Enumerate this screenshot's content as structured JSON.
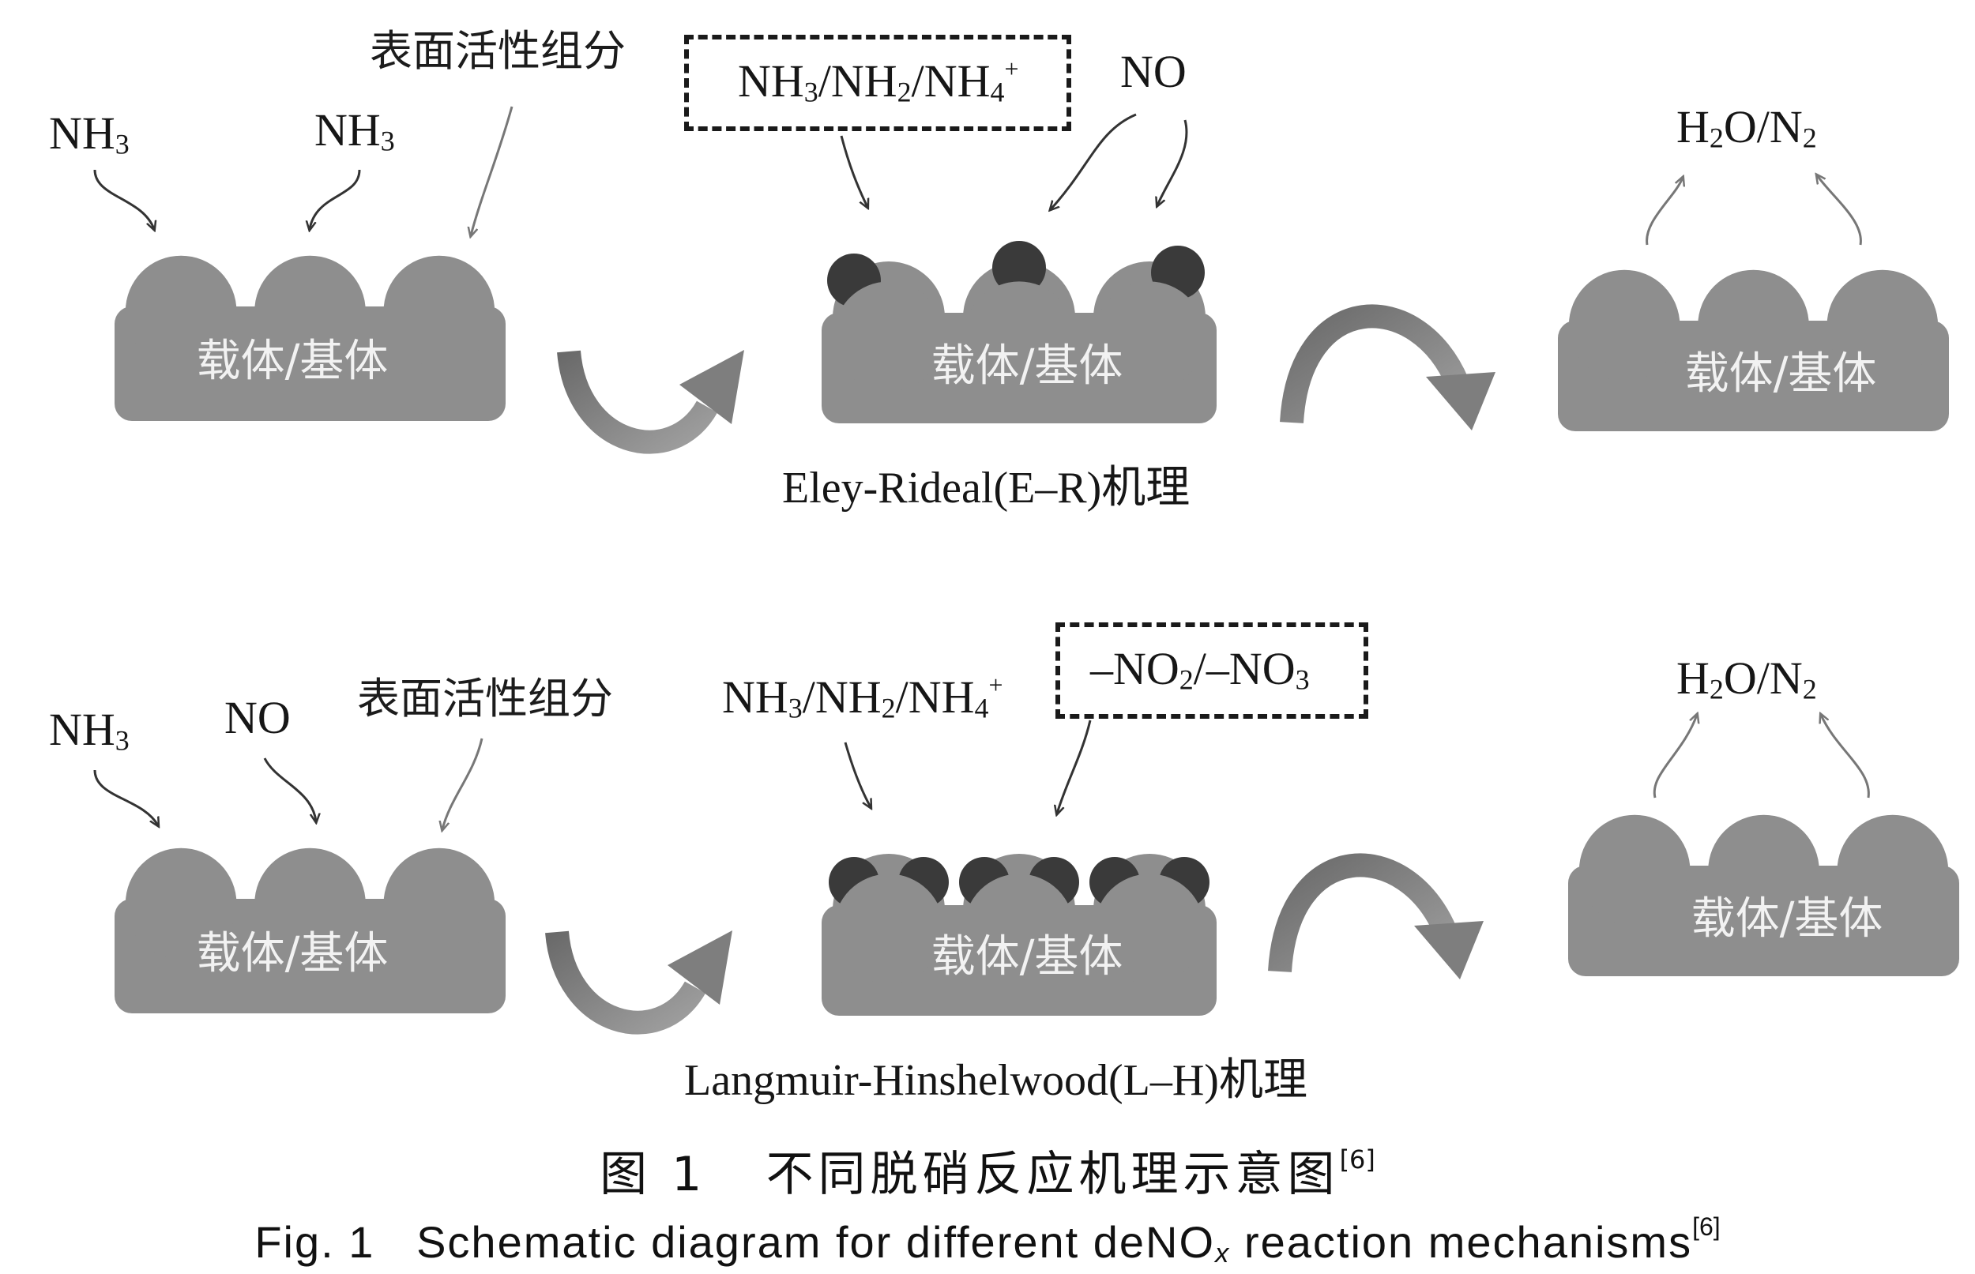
{
  "labels": {
    "active_component": "表面活性组分",
    "support": "载体/基体",
    "nh3": "NH3",
    "no": "NO",
    "intermediates": "NH3/NH2/NH4+",
    "nitrates": "–NO2/–NO3",
    "products": "H2O/N2"
  },
  "mechanisms": {
    "er": "Eley-Rideal(E–R)机理",
    "lh": "Langmuir-Hinshelwood(L–H)机理"
  },
  "caption": {
    "cn_prefix": "图 1",
    "cn_title": "不同脱硝反应机理示意图",
    "en_prefix": "Fig. 1",
    "en_title_a": "Schematic diagram for different deNO",
    "en_title_sub": "x",
    "en_title_b": " reaction mechanisms",
    "ref": "[6]"
  },
  "colors": {
    "support": "#8e8e8e",
    "adsorbate": "#3a3a3a",
    "arrow_big": "#7e7e7e",
    "ink": "#161616"
  }
}
